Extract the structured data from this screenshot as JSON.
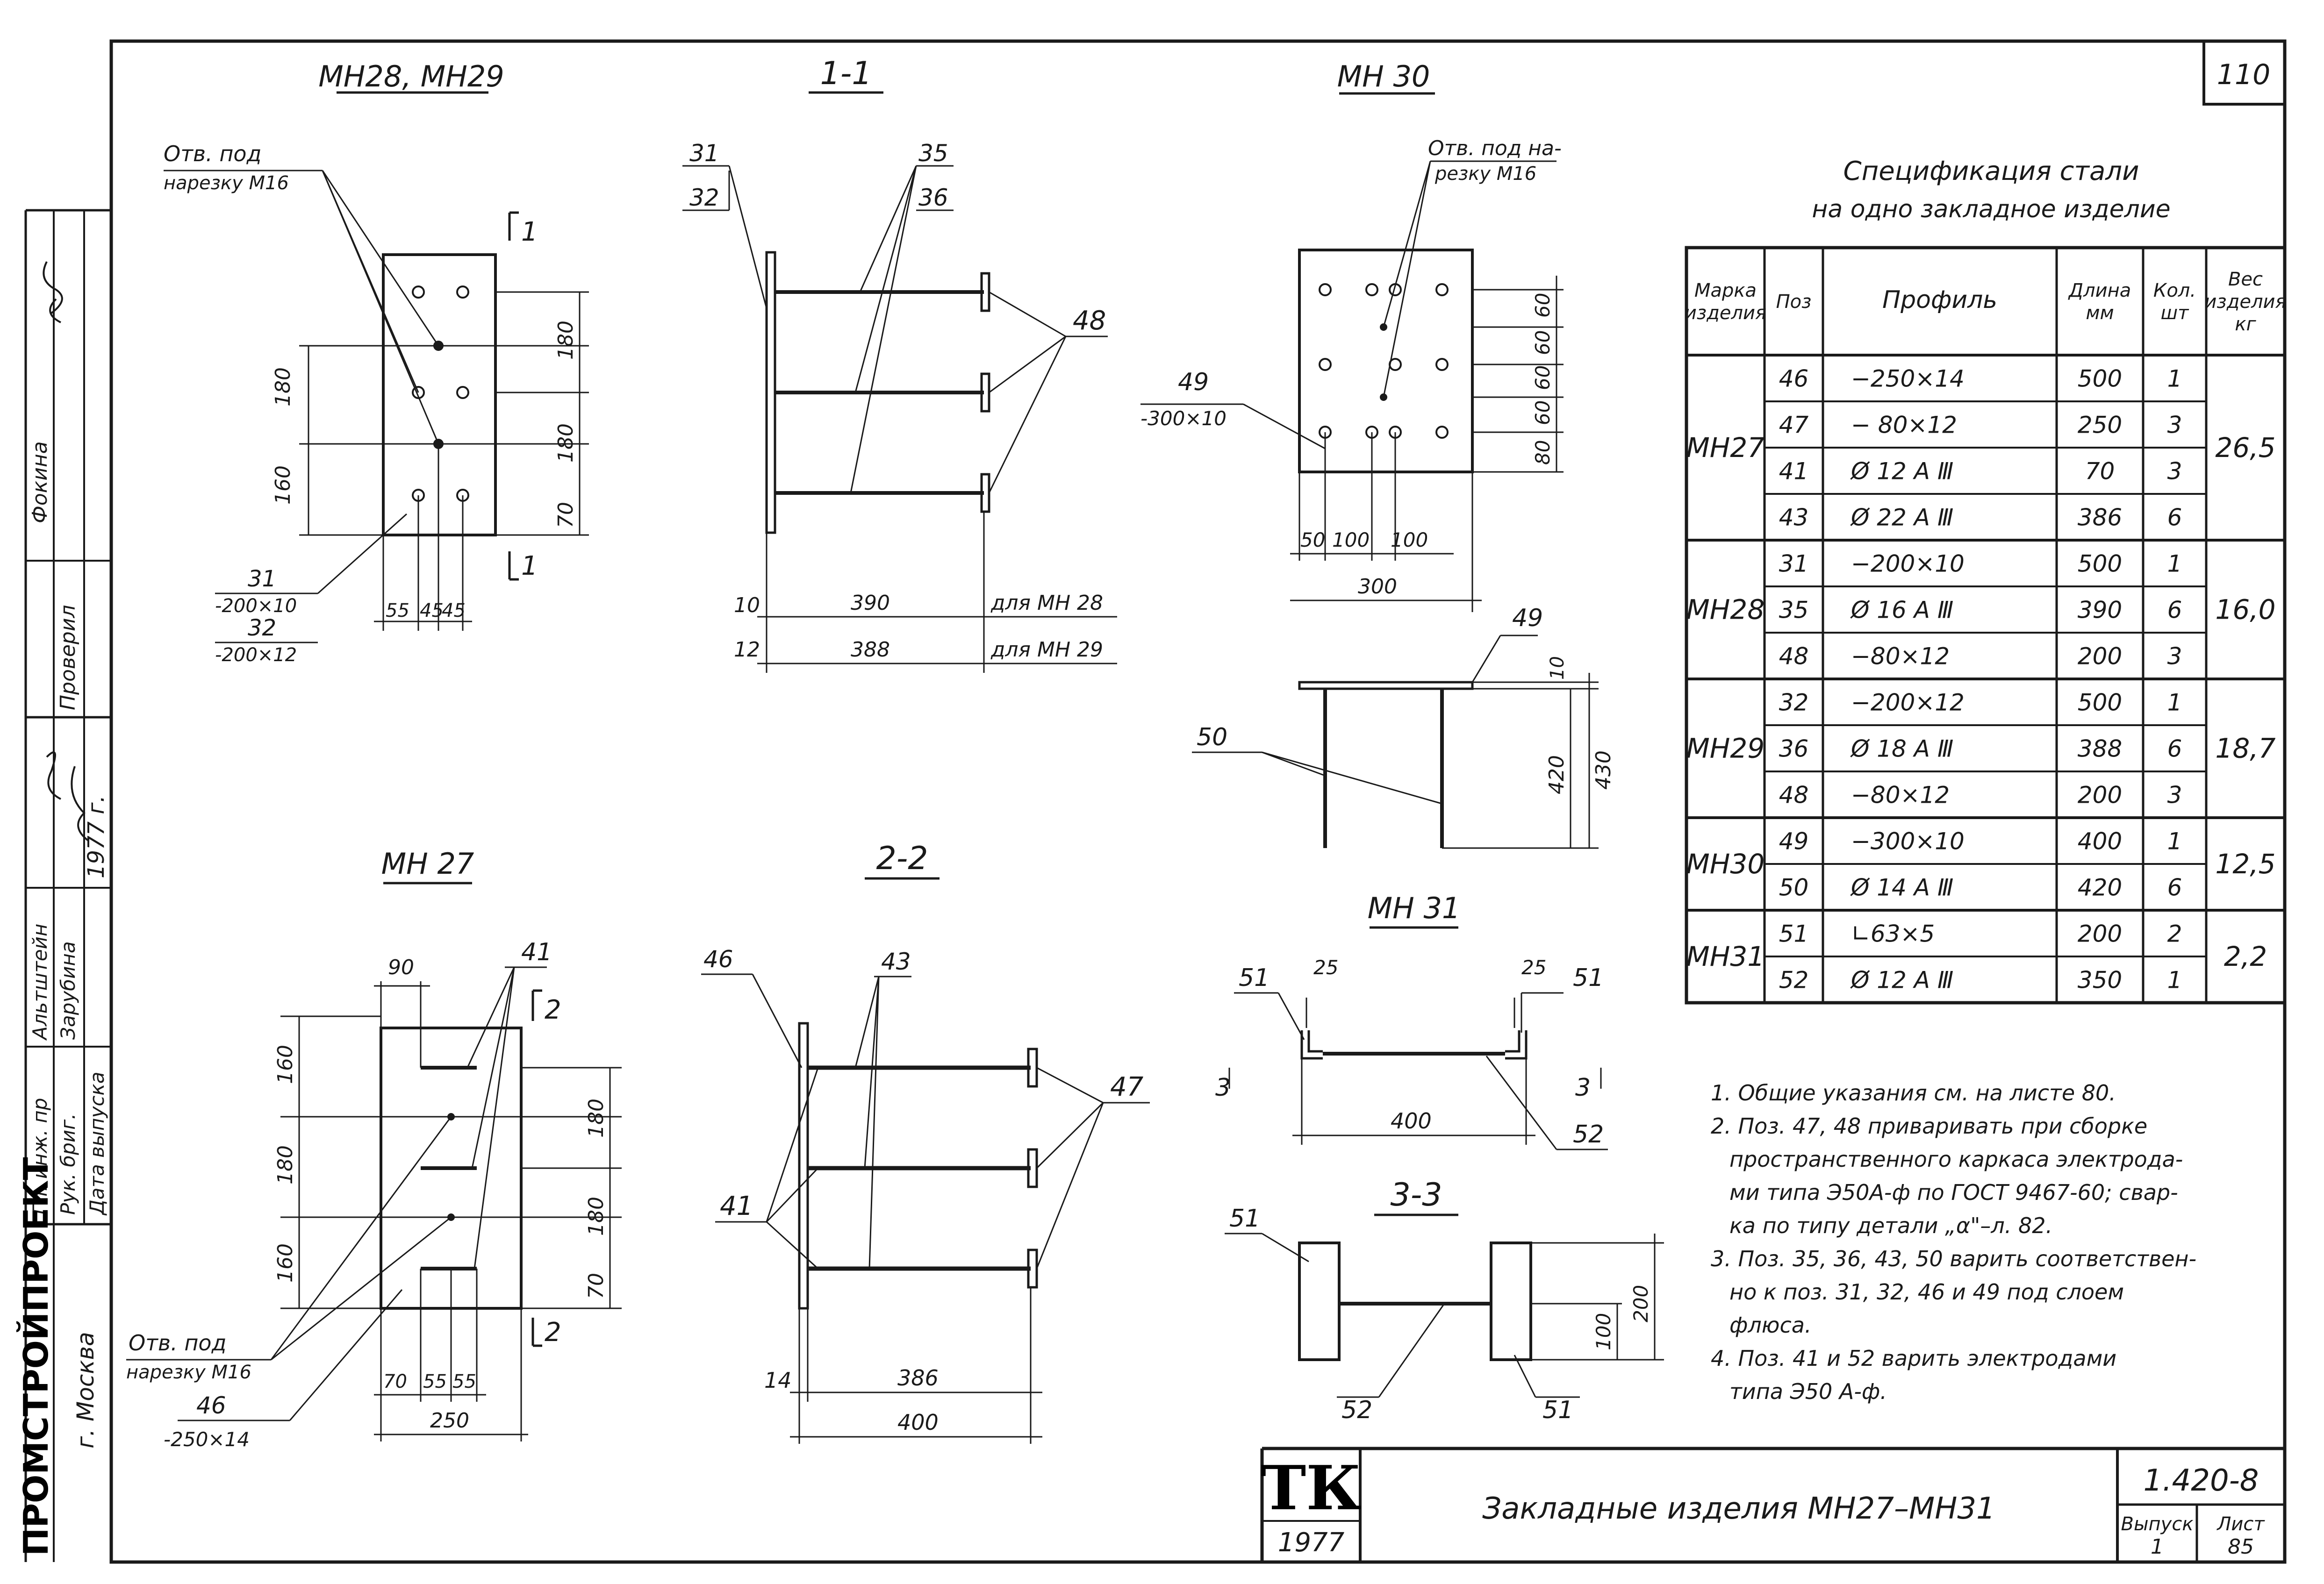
{
  "sheet_number": "110",
  "views": {
    "mn28_mn29": {
      "title": "МН28, МН29",
      "hole_note_1": "Отв. под",
      "hole_note_2": "нарезку М16",
      "section_mark": "1",
      "dims_left": [
        "180",
        "160"
      ],
      "dims_right": [
        "180",
        "180",
        "70"
      ],
      "dims_bottom": [
        "55",
        "45",
        "45"
      ],
      "pos_a": "31",
      "pos_a_profile": "-200×10",
      "pos_b": "32",
      "pos_b_profile": "-200×12"
    },
    "sec_1_1": {
      "title": "1-1",
      "pos_31": "31",
      "pos_32": "32",
      "pos_35": "35",
      "pos_36": "36",
      "pos_48": "48",
      "row1_thk": "10",
      "row1_len": "390",
      "row1_note": "для МН 28",
      "row2_thk": "12",
      "row2_len": "388",
      "row2_note": "для МН 29"
    },
    "mn30": {
      "title": "МН 30",
      "hole_note_1": "Отв. под на-",
      "hole_note_2": "резку М16",
      "pos_49": "49",
      "pos_49_profile": "-300×10",
      "dims_right": [
        "60",
        "60",
        "60",
        "60",
        "80"
      ],
      "dims_bottom": [
        "50",
        "100",
        "100"
      ],
      "width": "300",
      "elev_pos_49": "49",
      "elev_thk": "10",
      "elev_h1": "420",
      "elev_h2": "430",
      "pos_50": "50"
    },
    "mn27": {
      "title": "МН 27",
      "dim_top": "90",
      "pos_41": "41",
      "section_mark": "2",
      "dims_left": [
        "160",
        "180",
        "160"
      ],
      "dims_right": [
        "180",
        "180",
        "70"
      ],
      "dims_bottom": [
        "70",
        "55",
        "55"
      ],
      "width": "250",
      "hole_note_1": "Отв. под",
      "hole_note_2": "нарезку М16",
      "pos_46": "46",
      "pos_46_profile": "-250×14"
    },
    "sec_2_2": {
      "title": "2-2",
      "pos_46": "46",
      "pos_43": "43",
      "pos_47": "47",
      "pos_41": "41",
      "thk": "14",
      "len1": "386",
      "len2": "400"
    },
    "mn31": {
      "title": "МН 31",
      "pos_51_left": "51",
      "pos_51_right": "51",
      "dim_25_left": "25",
      "dim_25_right": "25",
      "sec_mark": "3",
      "length": "400",
      "pos_52": "52"
    },
    "sec_3_3": {
      "title": "3-3",
      "pos_51_top": "51",
      "pos_51_bottom": "51",
      "pos_52": "52",
      "dim_100": "100",
      "dim_200": "200"
    }
  },
  "spec": {
    "title_1": "Спецификация стали",
    "title_2": "на одно закладное изделие",
    "headers": [
      "Марка изделия",
      "Поз",
      "Профиль",
      "Длина мм",
      "Кол. шт",
      "Вес изделия кг"
    ],
    "groups": [
      {
        "mark": "МН27",
        "weight": "26,5",
        "rows": [
          {
            "pos": "46",
            "profile": "−250×14",
            "len": "500",
            "qty": "1"
          },
          {
            "pos": "47",
            "profile": "− 80×12",
            "len": "250",
            "qty": "3"
          },
          {
            "pos": "41",
            "profile": "Ø 12 А Ⅲ",
            "len": "70",
            "qty": "3"
          },
          {
            "pos": "43",
            "profile": "Ø 22 А Ⅲ",
            "len": "386",
            "qty": "6"
          }
        ]
      },
      {
        "mark": "МН28",
        "weight": "16,0",
        "rows": [
          {
            "pos": "31",
            "profile": "−200×10",
            "len": "500",
            "qty": "1"
          },
          {
            "pos": "35",
            "profile": "Ø 16 А Ⅲ",
            "len": "390",
            "qty": "6"
          },
          {
            "pos": "48",
            "profile": "−80×12",
            "len": "200",
            "qty": "3"
          }
        ]
      },
      {
        "mark": "МН29",
        "weight": "18,7",
        "rows": [
          {
            "pos": "32",
            "profile": "−200×12",
            "len": "500",
            "qty": "1"
          },
          {
            "pos": "36",
            "profile": "Ø 18 А Ⅲ",
            "len": "388",
            "qty": "6"
          },
          {
            "pos": "48",
            "profile": "−80×12",
            "len": "200",
            "qty": "3"
          }
        ]
      },
      {
        "mark": "МН30",
        "weight": "12,5",
        "rows": [
          {
            "pos": "49",
            "profile": "−300×10",
            "len": "400",
            "qty": "1"
          },
          {
            "pos": "50",
            "profile": "Ø 14 А Ⅲ",
            "len": "420",
            "qty": "6"
          }
        ]
      },
      {
        "mark": "МН31",
        "weight": "2,2",
        "rows": [
          {
            "pos": "51",
            "profile": "∟63×5",
            "len": "200",
            "qty": "2"
          },
          {
            "pos": "52",
            "profile": "Ø 12 А Ⅲ",
            "len": "350",
            "qty": "1"
          }
        ]
      }
    ]
  },
  "notes": [
    "1. Общие указания см. на листе 80.",
    "2. Поз. 47, 48 приваривать при сборке",
    "пространственного каркаса электрода-",
    "ми типа Э50А-ф по ГОСТ 9467-60; свар-",
    "ка по типу детали „α\"–л. 82.",
    "3. Поз. 35, 36, 43, 50 варить соответствен-",
    "но к поз. 31, 32, 46 и 49 под слоем",
    "флюса.",
    "4. Поз. 41 и 52 варить электродами",
    "типа Э50 А-ф."
  ],
  "title_block": {
    "logo": "ТК",
    "year": "1977",
    "name": "Закладные изделия МН27–МН31",
    "code": "1.420-8",
    "issue_label": "Выпуск",
    "issue": "1",
    "sheet_label": "Лист",
    "sheet": "85"
  },
  "side_stamp": {
    "org": "ПРОМСТРОЙПРОЕКТ",
    "city": "г. Москва",
    "roles": [
      "Гл. инж. пр",
      "Рук. бриг.",
      "Дата выпуска"
    ],
    "names": [
      "Альтштейн",
      "Зарубина"
    ],
    "year": "1977 г.",
    "checker_role": "Проверил",
    "checker_name": "Фокина"
  }
}
